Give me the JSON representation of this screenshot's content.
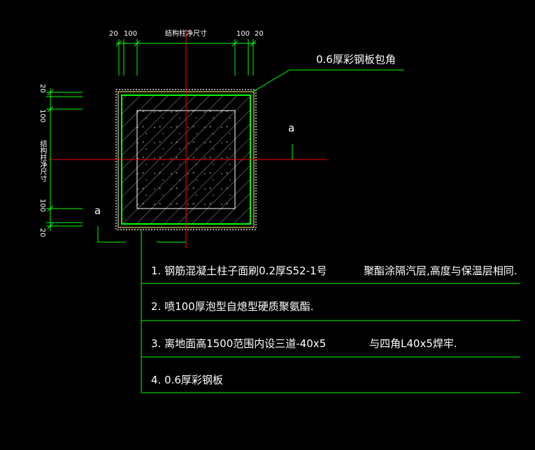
{
  "dimensions": {
    "top": [
      "20",
      "100",
      "结构柱净尺寸",
      "100",
      "20"
    ],
    "left": [
      "20",
      "100",
      "结构柱净尺寸",
      "100",
      "20"
    ]
  },
  "callout": "0.6厚彩钢板包角",
  "section_mark": "a",
  "notes": [
    {
      "text": "1.  钢筋混凝土柱子面刷0.2厚S52-1号",
      "extra": "聚酯涂隔汽层,高度与保温层相同."
    },
    {
      "text": "2.  喷100厚泡型自熄型硬质聚氨酯.",
      "extra": ""
    },
    {
      "text": "3.  离地面高1500范围内设三道-40x5",
      "extra": "与四角L40x5焊牢."
    },
    {
      "text": "4.  0.6厚彩钢板",
      "extra": ""
    }
  ],
  "colors": {
    "green": "#00ff00",
    "red": "#ff0000",
    "white": "#ffffff",
    "yellow": "#ffff66",
    "background": "#000000"
  }
}
